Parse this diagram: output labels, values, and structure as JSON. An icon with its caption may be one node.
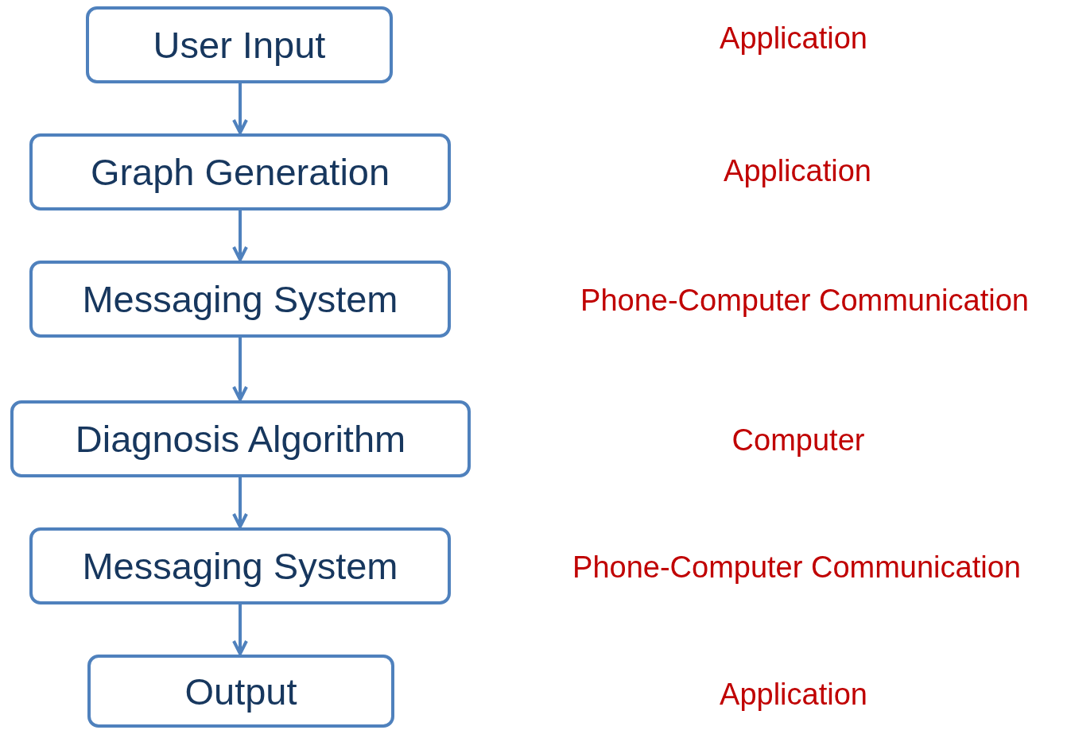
{
  "diagram": {
    "nodes": [
      {
        "text": [
          "User Input"
        ]
      },
      {
        "text": [
          "Graph Generation"
        ]
      },
      {
        "text": [
          "Messaging System"
        ]
      },
      {
        "text": [
          "Diagnosis Algorithm"
        ]
      },
      {
        "text": [
          "Messaging System"
        ]
      },
      {
        "text": [
          "Output"
        ]
      }
    ],
    "edges": [
      {
        "from": 0,
        "to": 1,
        "arrow": "to"
      },
      {
        "from": 1,
        "to": 2,
        "arrow": "to"
      },
      {
        "from": 2,
        "to": 3,
        "arrow": "to"
      },
      {
        "from": 3,
        "to": 4,
        "arrow": "to"
      },
      {
        "from": 4,
        "to": 5,
        "arrow": "to"
      }
    ],
    "labels": [
      "Application",
      "Application",
      "Phone-Computer Communication",
      "Computer",
      "Phone-Computer Communication",
      "Application"
    ]
  }
}
